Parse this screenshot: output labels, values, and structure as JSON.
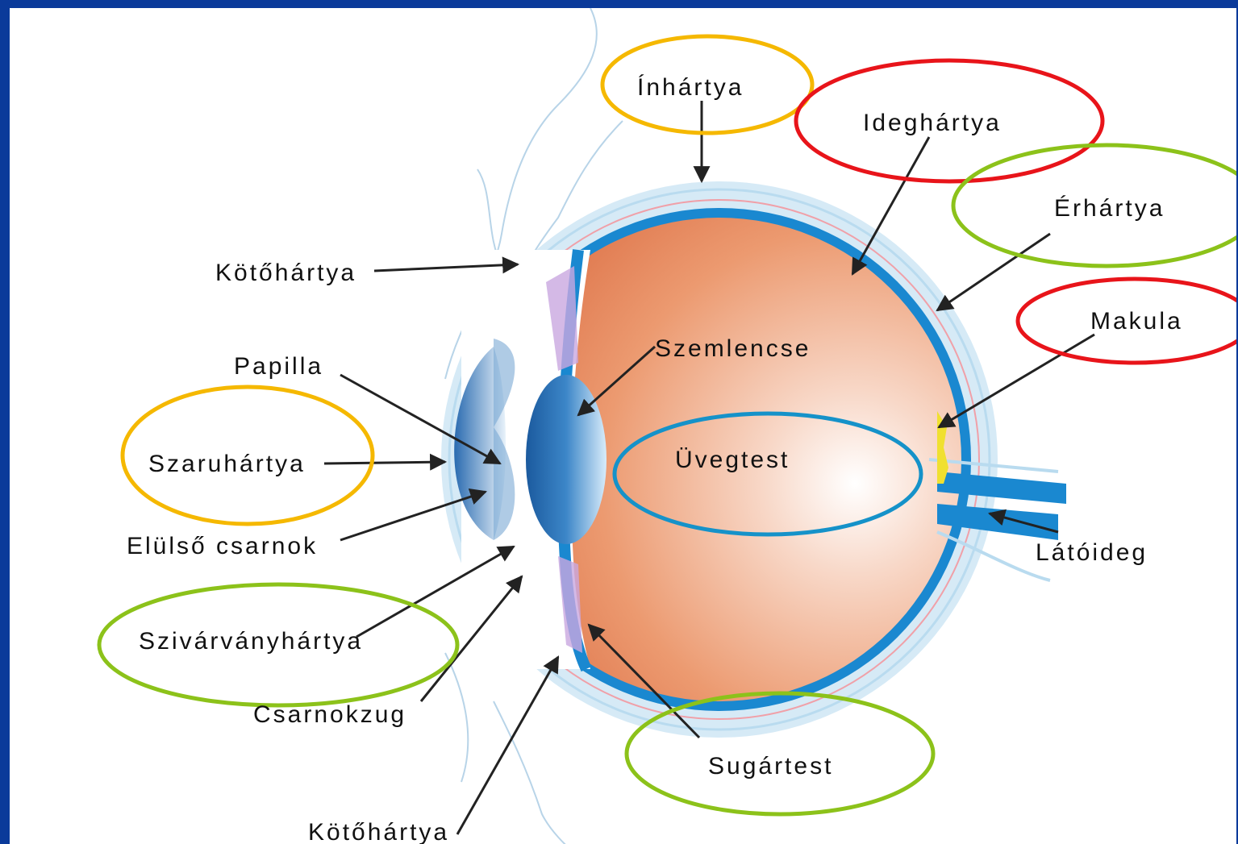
{
  "diagram": {
    "labels": {
      "inhartya": "Ínhártya",
      "ideghartya": "Ideghártya",
      "erhartya": "Érhártya",
      "makula": "Makula",
      "kotohartya_top": "Kötőhártya",
      "szemlencse": "Szemlencse",
      "papilla": "Papilla",
      "szaruhartya": "Szaruhártya",
      "uvegtest": "Üvegtest",
      "elulso_csarnok": "Elülső csarnok",
      "latoideg": "Látóideg",
      "szivarvanyhartya": "Szivárványhártya",
      "csarnokzug": "Csarnokzug",
      "sugartest": "Sugártest",
      "kotohartya_bottom": "Kötőhártya"
    },
    "highlight_colors": {
      "yellow": "#f5b800",
      "red": "#e8141a",
      "green": "#8cc21a",
      "blue": "#1592c9"
    },
    "colors": {
      "frame": "#0a3a9a",
      "sclera_blue": "#1a88d0",
      "vitreous": "#e8825a",
      "macula": "#f0e030"
    }
  }
}
